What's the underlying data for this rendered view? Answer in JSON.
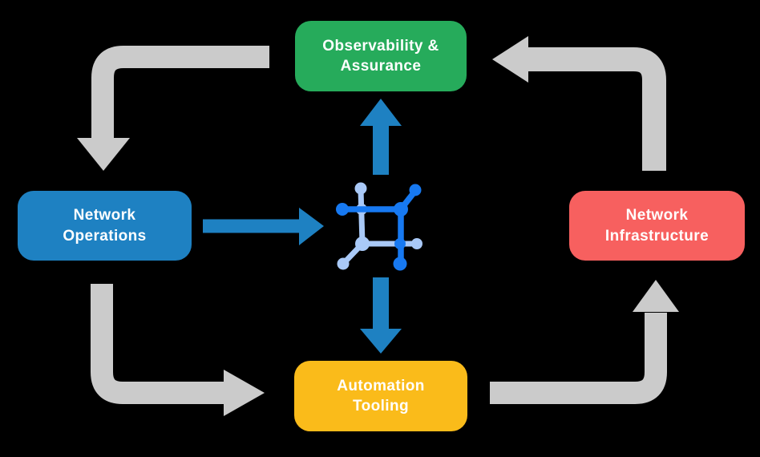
{
  "canvas": {
    "background_color": "#000000"
  },
  "nodes": {
    "observability": {
      "label": "Observability &\nAssurance",
      "color": "#26AB5B"
    },
    "operations": {
      "label": "Network\nOperations",
      "color": "#1E81C2"
    },
    "infrastructure": {
      "label": "Network\nInfrastructure",
      "color": "#F7605F"
    },
    "automation": {
      "label": "Automation\nTooling",
      "color": "#FABB1A"
    }
  },
  "center_icon": {
    "name": "network-automation-icon",
    "primary_color": "#1779F1",
    "secondary_color": "#A9C9F7"
  },
  "arrows": {
    "cycle_color": "#CBCBCB",
    "flow_color": "#1E81C2",
    "cycle": [
      {
        "from": "observability",
        "to": "operations",
        "direction": "down"
      },
      {
        "from": "operations",
        "to": "automation",
        "direction": "right"
      },
      {
        "from": "automation",
        "to": "infrastructure",
        "direction": "up"
      },
      {
        "from": "infrastructure",
        "to": "observability",
        "direction": "left"
      }
    ],
    "flows": [
      {
        "from": "operations",
        "to": "center-icon",
        "direction": "right"
      },
      {
        "from": "center-icon",
        "to": "observability",
        "direction": "up"
      },
      {
        "from": "center-icon",
        "to": "automation",
        "direction": "down"
      }
    ]
  }
}
